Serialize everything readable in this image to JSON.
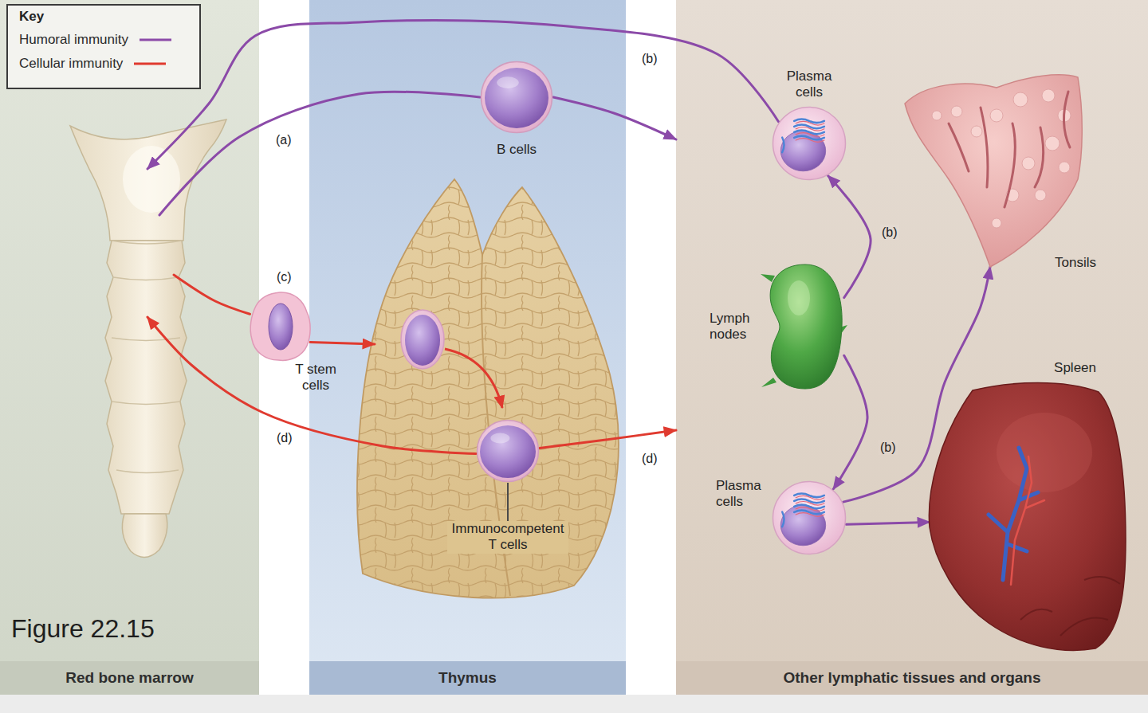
{
  "diagram": {
    "caption": "Figure 22.15",
    "nodes": [
      {
        "text": [
          "Red bone marrow"
        ]
      },
      {
        "text": [
          "Thymus"
        ]
      },
      {
        "text": [
          "B cells"
        ],
        "in": 1
      },
      {
        "text": [
          "T stem cells"
        ]
      },
      {
        "text": [
          "Immunocompetent T cells"
        ],
        "in": 1
      },
      {
        "text": [
          "Other lymphatic tissues and organs"
        ]
      },
      {
        "text": [
          "Plasma cells"
        ],
        "in": 5
      },
      {
        "text": [
          "Tonsils"
        ],
        "in": 5
      },
      {
        "text": [
          "Lymph nodes"
        ],
        "in": 5
      },
      {
        "text": [
          "Plasma cells"
        ],
        "in": 5
      },
      {
        "text": [
          "Spleen"
        ],
        "in": 5
      }
    ],
    "edges": [
      {
        "from": 0,
        "to": 2,
        "arrow": "none",
        "label": "(a)"
      },
      {
        "from": 2,
        "to": 5,
        "arrow": "to"
      },
      {
        "from": 6,
        "to": 0,
        "arrow": "to",
        "label": "(b)"
      },
      {
        "from": 8,
        "to": 6,
        "arrow": "to",
        "label": "(b)"
      },
      {
        "from": 8,
        "to": 9,
        "arrow": "to",
        "label": "(b)"
      },
      {
        "from": 9,
        "to": 7,
        "arrow": "to"
      },
      {
        "from": 9,
        "to": 10,
        "arrow": "to"
      },
      {
        "from": 0,
        "to": 3,
        "arrow": "none",
        "label": "(c)"
      },
      {
        "from": 3,
        "to": 1,
        "arrow": "to"
      },
      {
        "from": 4,
        "to": 0,
        "arrow": "to",
        "label": "(d)"
      },
      {
        "from": 4,
        "to": 5,
        "arrow": "to",
        "label": "(d)"
      }
    ],
    "labels": [
      "Key"
    ],
    "legend": [
      {
        "text": "Humoral immunity"
      },
      {
        "text": "Cellular immunity"
      }
    ]
  }
}
